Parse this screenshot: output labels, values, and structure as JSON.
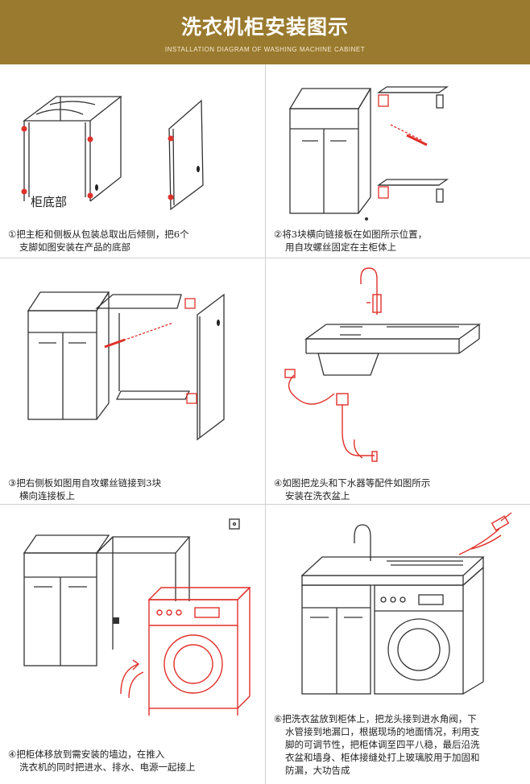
{
  "header": {
    "title": "洗衣机柜安装图示",
    "subtitle": "INSTALLATION DIAGRAM OF WASHING MACHINE CABINET"
  },
  "steps": [
    {
      "number": "①",
      "lines": [
        "把主柜和侧板从包装总取出后倾侧，把6个",
        "支脚如图安装在产品的底部"
      ],
      "label": "柜底部"
    },
    {
      "number": "②",
      "lines": [
        "将3块横向链接板在如图所示位置，",
        "用自攻螺丝固定在主柜体上"
      ]
    },
    {
      "number": "③",
      "lines": [
        "把右侧板如图用自攻螺丝链接到3块",
        "横向连接板上"
      ]
    },
    {
      "number": "④",
      "lines": [
        "如图把龙头和下水器等配件如图所示",
        "安装在洗衣盆上"
      ]
    },
    {
      "number": "④",
      "lines": [
        "把柜体移放到需安装的墙边，在推入",
        "洗衣机的同时把进水、排水、电源一起接上"
      ]
    },
    {
      "number": "⑥",
      "lines": [
        "把洗衣盆放到柜体上，把龙头接到进水角阀，下",
        "水管接到地漏口，根据现场的地面情况，利用支",
        "脚的可调节性，把柜体调至四平八稳，最后沿洗",
        "衣盆和墙身、柜体接缝处打上玻璃胶用于加固和",
        "防漏，大功告成"
      ]
    }
  ],
  "colors": {
    "header_bg": "#9a7a2e",
    "accent_red": "#e0302a",
    "line_dark": "#333333"
  }
}
